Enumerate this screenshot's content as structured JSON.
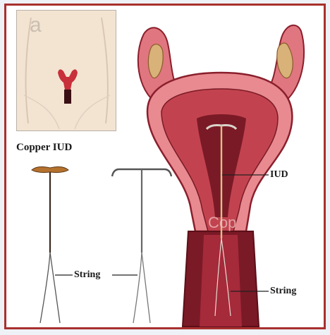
{
  "labels": {
    "title": "Copper IUD",
    "iud": "IUD",
    "string_left": "String",
    "string_right": "String",
    "inset_letter": "a",
    "watermark": "Cop"
  },
  "colors": {
    "border": "#a8302e",
    "tissue_pink": "#e8868a",
    "tissue_dark": "#8a1f2c",
    "copper": "#b5722e",
    "skin": "#f3e4d2"
  }
}
